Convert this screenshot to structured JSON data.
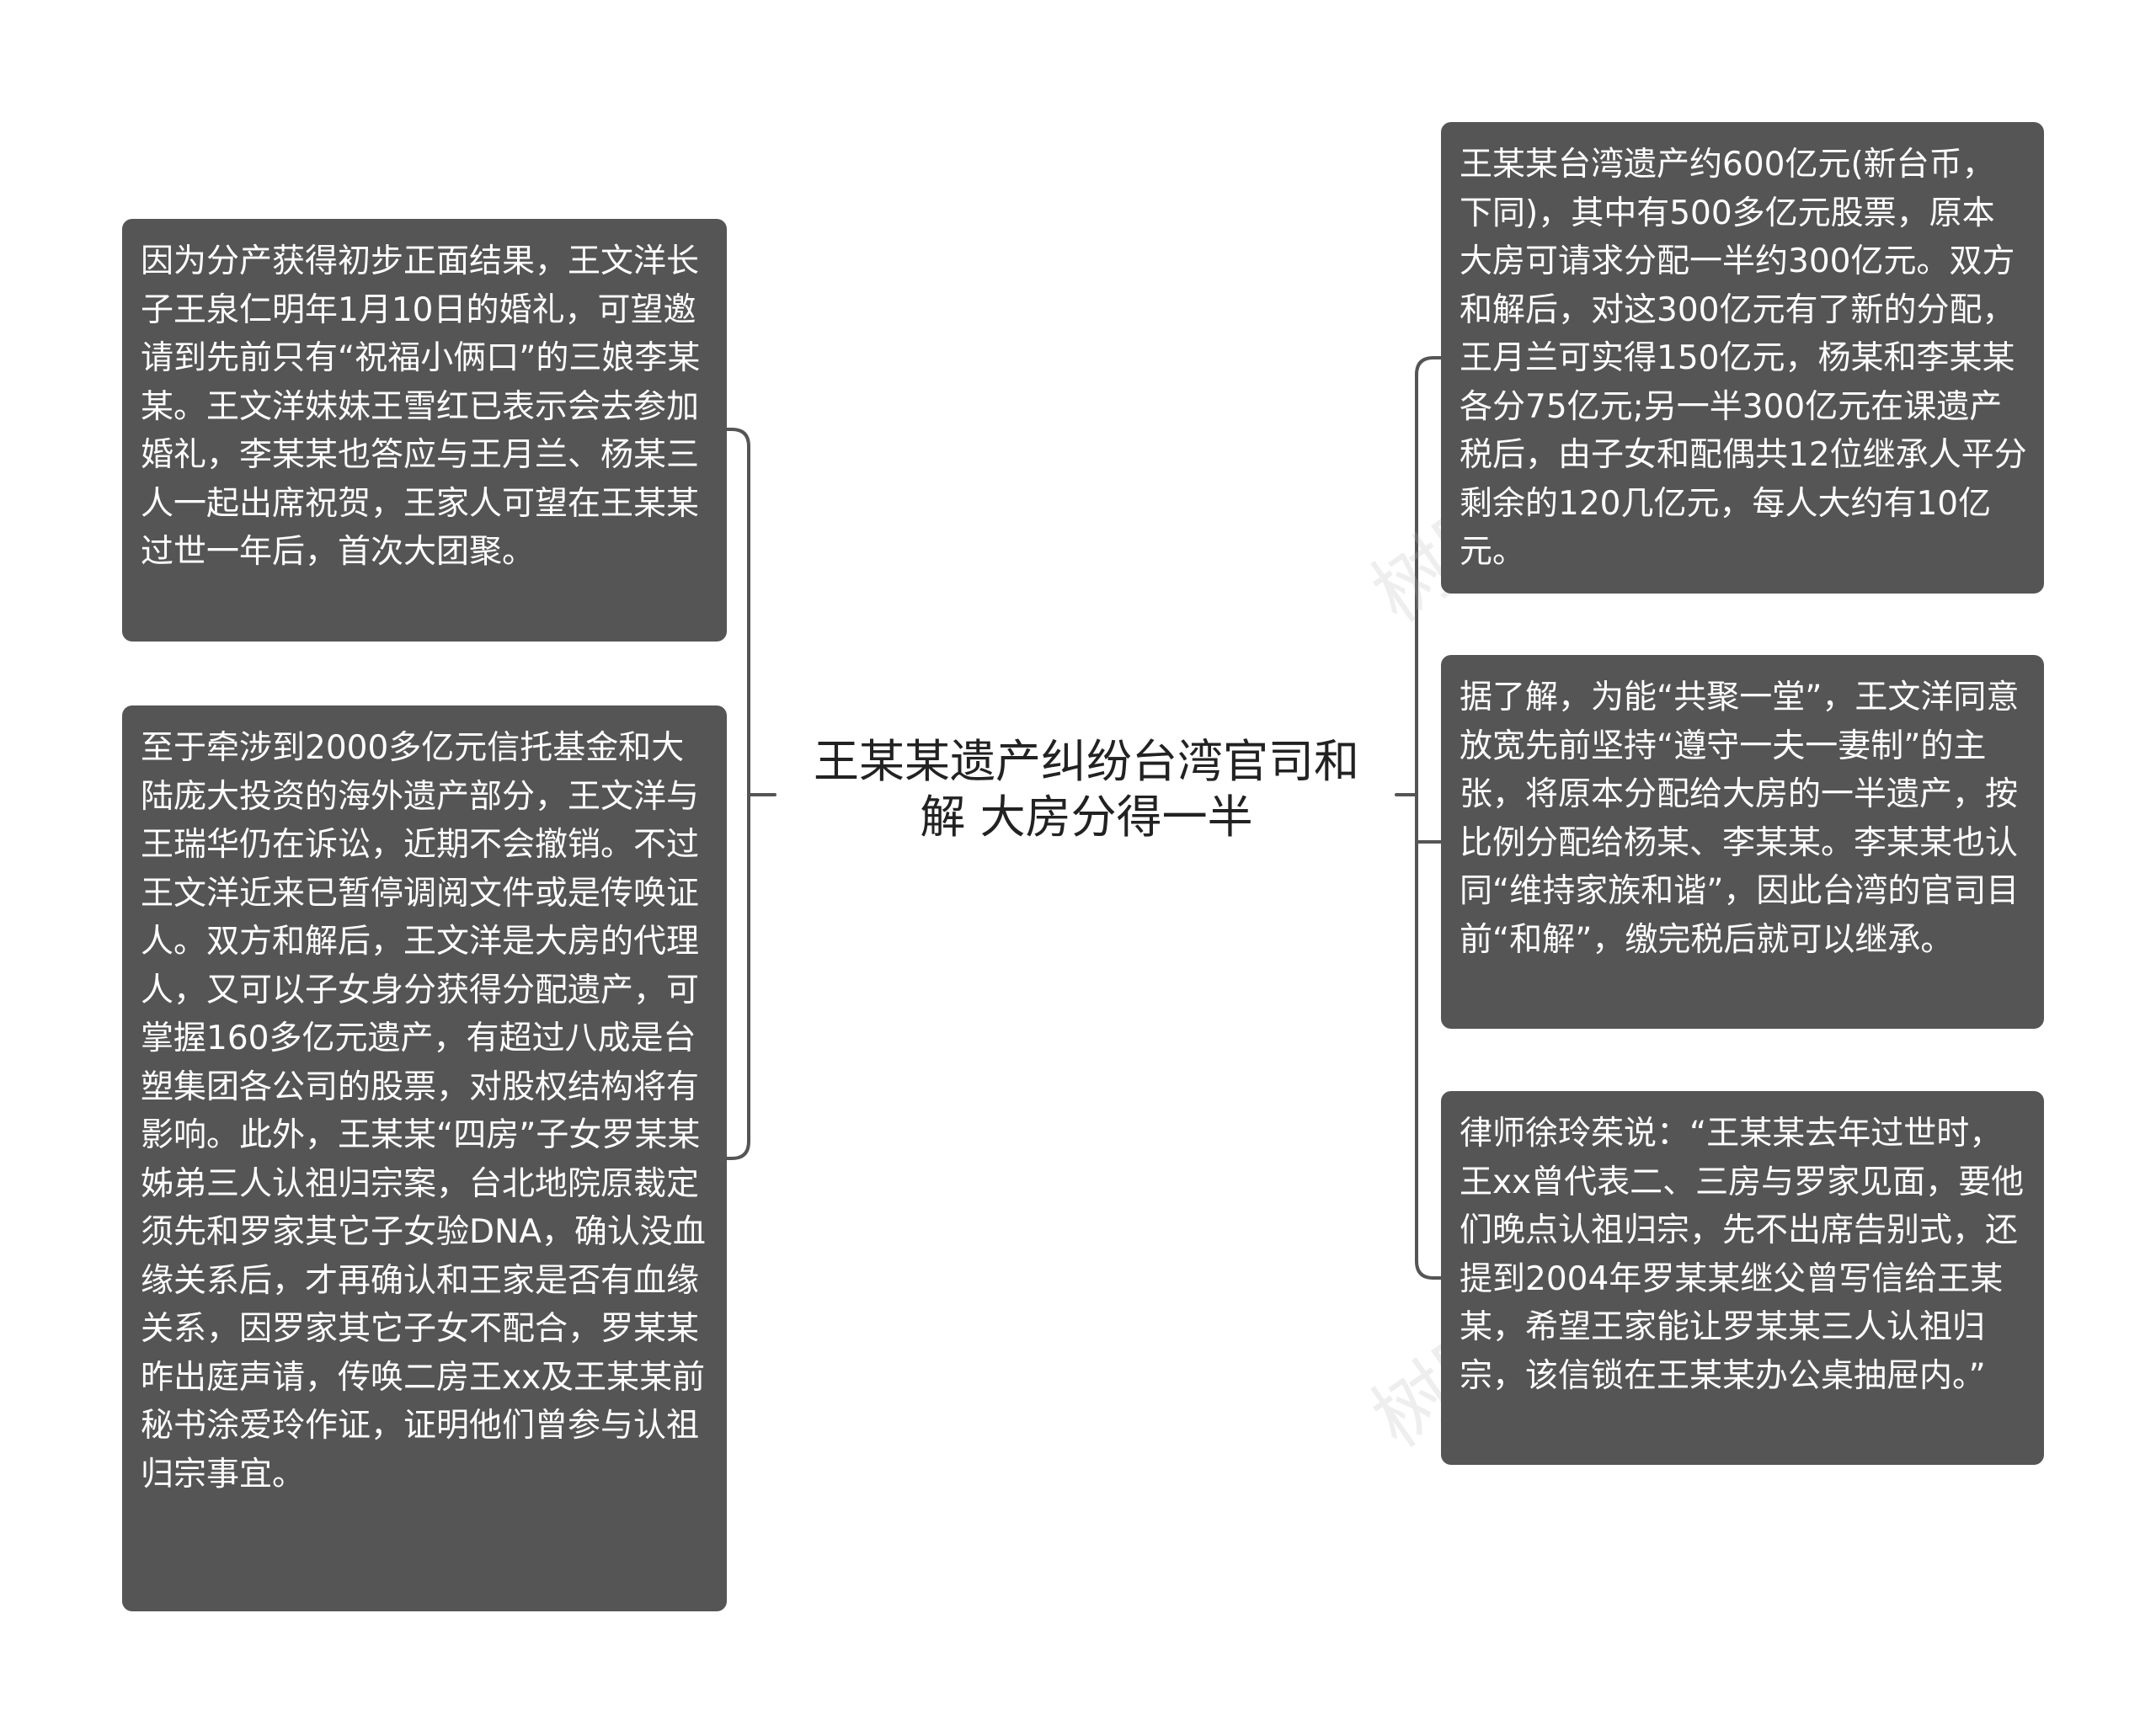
{
  "root": {
    "title": "王某某遗产纠纷台湾官司和解 大房分得一半"
  },
  "left_nodes": [
    {
      "text": "因为分产获得初步正面结果，王文洋长子王泉仁明年1月10日的婚礼，可望邀请到先前只有“祝福小俩口”的三娘李某某。王文洋妹妹王雪红已表示会去参加婚礼，李某某也答应与王月兰、杨某三人一起出席祝贺，王家人可望在王某某过世一年后，首次大团聚。"
    },
    {
      "text": "至于牵涉到2000多亿元信托基金和大陆庞大投资的海外遗产部分，王文洋与王瑞华仍在诉讼，近期不会撤销。不过王文洋近来已暂停调阅文件或是传唤证人。双方和解后，王文洋是大房的代理人，又可以子女身分获得分配遗产，可掌握160多亿元遗产，有超过八成是台塑集团各公司的股票，对股权结构将有影响。此外，王某某“四房”子女罗某某姊弟三人认祖归宗案，台北地院原裁定须先和罗家其它子女验DNA，确认没血缘关系后，才再确认和王家是否有血缘关系，因罗家其它子女不配合，罗某某昨出庭声请，传唤二房王xx及王某某前秘书涂爱玲作证，证明他们曾参与认祖归宗事宜。"
    }
  ],
  "right_nodes": [
    {
      "text": "王某某台湾遗产约600亿元(新台币，下同)，其中有500多亿元股票，原本大房可请求分配一半约300亿元。双方和解后，对这300亿元有了新的分配，王月兰可实得150亿元，杨某和李某某各分75亿元;另一半300亿元在课遗产税后，由子女和配偶共12位继承人平分剩余的120几亿元，每人大约有10亿元。"
    },
    {
      "text": "据了解，为能“共聚一堂”，王文洋同意放宽先前坚持“遵守一夫一妻制”的主张，将原本分配给大房的一半遗产，按比例分配给杨某、李某某。李某某也认同“维持家族和谐”，因此台湾的官司目前“和解”，缴完税后就可以继承。"
    },
    {
      "text": "律师徐玲茱说：“王某某去年过世时，王xx曾代表二、三房与罗家见面，要他们晚点认祖归宗，先不出席告别式，还提到2004年罗某某继父曾写信给王某某，希望王家能让罗某某三人认祖归宗，该信锁在王某某办公桌抽屉内。”"
    }
  ],
  "watermarks": [
    "树图",
    "shutu.cn"
  ],
  "colors": {
    "node_bg": "#555555",
    "node_text": "#ffffff",
    "connector": "#555555",
    "root_text": "#222222",
    "background": "#ffffff"
  }
}
